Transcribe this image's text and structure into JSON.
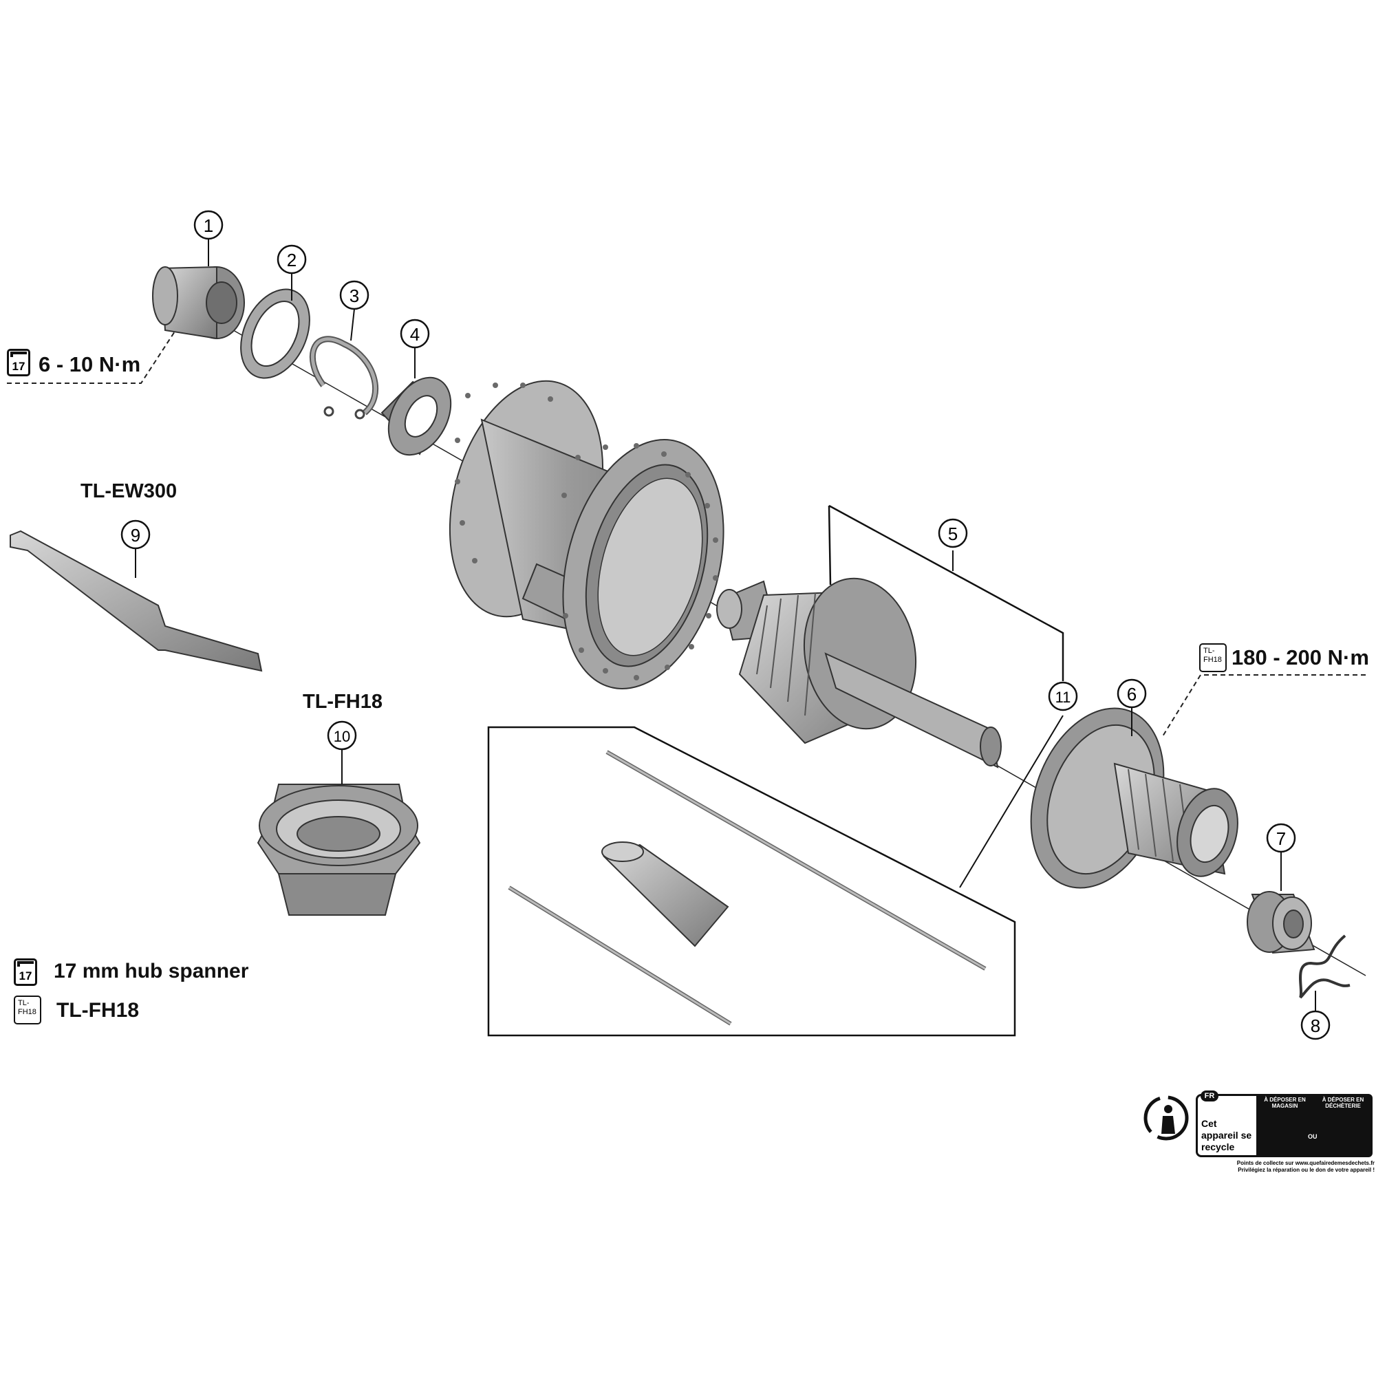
{
  "callouts": [
    "1",
    "2",
    "3",
    "4",
    "5",
    "6",
    "7",
    "8",
    "9",
    "10",
    "11"
  ],
  "torque_top_left": {
    "icon_number": "17",
    "value": "6 - 10 N·m"
  },
  "torque_right": {
    "icon_label": "TL-\nFH18",
    "value": "180 - 200 N·m"
  },
  "tools": {
    "tool_9": "TL-EW300",
    "tool_10": "TL-FH18"
  },
  "legend": {
    "spanner_icon_number": "17",
    "spanner_text": "17 mm hub spanner",
    "tool_icon_label": "TL-\nFH18",
    "tool_text": "TL-FH18"
  },
  "recycle_badge": {
    "country": "FR",
    "main_text": "Cet appareil se recycle",
    "option_store": "À DÉPOSER EN MAGASIN",
    "option_dump": "À DÉPOSER EN DÉCHÈTERIE",
    "or_word": "OU",
    "footer_line1": "Points de collecte sur www.quefairedemesdechets.fr",
    "footer_line2": "Privilégiez la réparation ou le don de votre appareil !"
  }
}
